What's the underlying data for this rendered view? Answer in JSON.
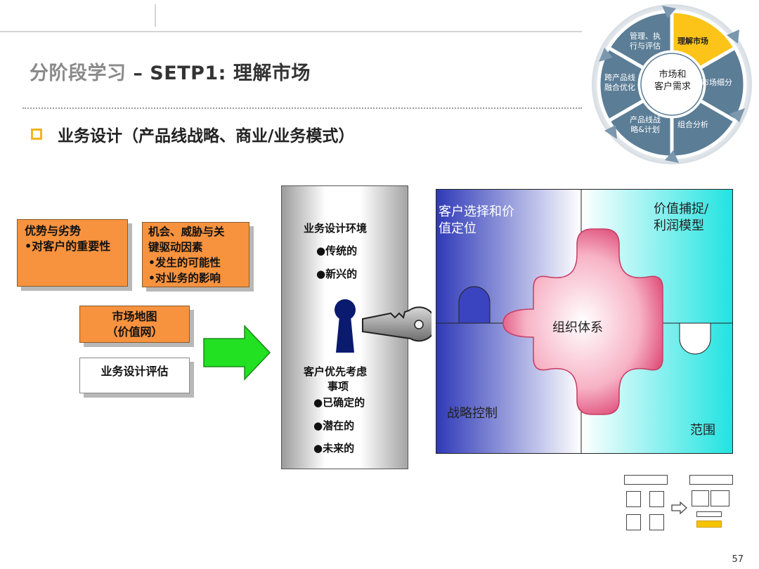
{
  "header": {
    "title_prefix": "分阶段学习",
    "title_main": " – SETP1: 理解市场"
  },
  "subtitle": "业务设计（产品线战略、商业/业务模式）",
  "left_boxes": {
    "strengths": [
      "优势与劣势",
      "•对客户的重要性"
    ],
    "opportunities": [
      "机会、威胁与关",
      "键驱动因素",
      "•发生的可能性",
      "•对业务的影响"
    ],
    "market_map": [
      "市场地图",
      "（价值网）"
    ],
    "evaluation": "业务设计评估"
  },
  "center_panel": {
    "env_title": "业务设计环境",
    "env_items": [
      "●传统的",
      "●新兴的"
    ],
    "priority_title": [
      "客户优先考虑",
      "事项"
    ],
    "priority_items": [
      "●已确定的",
      "●潜在的",
      "●未来的"
    ]
  },
  "puzzle": {
    "top_left": [
      "客户选择和价",
      "值定位"
    ],
    "top_right": [
      "价值捕捉/",
      "利润模型"
    ],
    "center": "组织体系",
    "bottom_left": "战略控制",
    "bottom_right": "范围"
  },
  "cycle": {
    "center": [
      "市场和",
      "客户需求"
    ],
    "segments": [
      {
        "label": [
          "理解市场"
        ],
        "highlight": true
      },
      {
        "label": [
          "市场细分"
        ],
        "highlight": false
      },
      {
        "label": [
          "组合分析"
        ],
        "highlight": false
      },
      {
        "label": [
          "产品线战",
          "略&计划"
        ],
        "highlight": false
      },
      {
        "label": [
          "跨产品线",
          "融合优化"
        ],
        "highlight": false
      },
      {
        "label": [
          "管理、执",
          "行与评估"
        ],
        "highlight": false
      }
    ]
  },
  "page_number": "57",
  "colors": {
    "orange_box": "#f7923e",
    "arrow_green": "#22e022",
    "keyhole": "#0a1a6e",
    "ring_segment": "#5b7d96",
    "ring_highlight": "#fcc419",
    "bullet_square": "#f2b51c"
  }
}
